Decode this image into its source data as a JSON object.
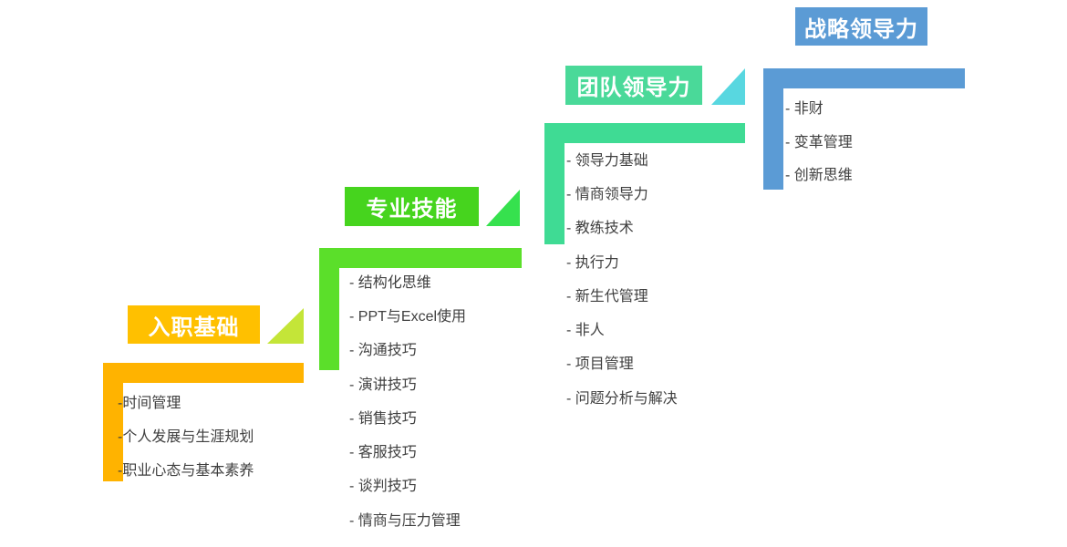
{
  "diagram_type": "staircase-training-path",
  "sections": [
    {
      "title": "入职基础",
      "header_color": "#FFC000",
      "bracket_color": "#FFB300",
      "triangle_color": "#C4E538",
      "items": [
        "-时间管理",
        "-个人发展与生涯规划",
        "-职业心态与基本素养"
      ]
    },
    {
      "title": "专业技能",
      "header_color": "#46D41E",
      "bracket_color": "#5BDF2A",
      "triangle_color": "#36E14E",
      "items": [
        "- 结构化思维",
        "- PPT与Excel使用",
        "- 沟通技巧",
        "- 演讲技巧",
        "- 销售技巧",
        "- 客服技巧",
        "- 谈判技巧",
        "- 情商与压力管理"
      ]
    },
    {
      "title": "团队领导力",
      "header_color": "#4AD999",
      "bracket_color": "#3FDB94",
      "triangle_color": "#58D7E0",
      "items": [
        "- 领导力基础",
        "- 情商领导力",
        "- 教练技术",
        "- 执行力",
        "- 新生代管理",
        "- 非人",
        "- 项目管理",
        "- 问题分析与解决"
      ]
    },
    {
      "title": "战略领导力",
      "header_color": "#5B9BD5",
      "bracket_color": "#5B9BD5",
      "triangle_color": null,
      "items": [
        "- 非财",
        "- 变革管理",
        "- 创新思维"
      ]
    }
  ],
  "text_color": "#3F3F3F",
  "background_color": "#FFFFFF"
}
